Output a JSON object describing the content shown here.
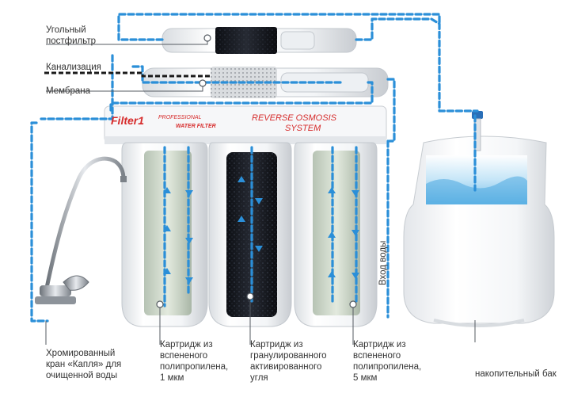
{
  "labels": {
    "post_filter": "Угольный\nпостфильтр",
    "drain": "Канализация",
    "membrane": "Мембрана",
    "faucet": "Хромированный\nкран «Капля» для\nочищенной воды",
    "cartridge1": "Картридж из\nвспененого\nполипропилена,\n1 мкм",
    "cartridge2": "Картридж из\nгранулированного\nактивированного\nугля",
    "cartridge3": "Картридж из\nвспененого\nполипропилена,\n5 мкм",
    "tank": "накопительный бак",
    "water_in": "Вход воды"
  },
  "brand": {
    "logo": "Filter1",
    "line1": "PROFESSIONAL",
    "line2": "WATER FILTER",
    "line3": "REVERSE OSMOSIS",
    "line4": "SYSTEM"
  },
  "colors": {
    "flow": "#2b8fd8",
    "drain": "#1a1a1a",
    "housing": "#f2f4f6",
    "brand_red": "#d62b2b"
  }
}
